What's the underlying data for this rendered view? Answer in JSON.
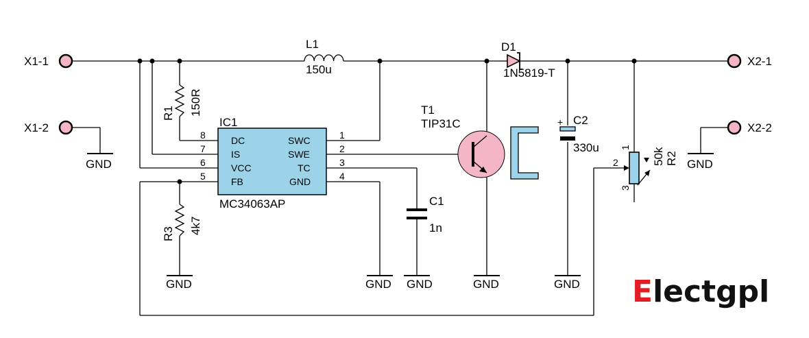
{
  "connectors": {
    "x1_1": "X1-1",
    "x1_2": "X1-2",
    "x2_1": "X2-1",
    "x2_2": "X2-2"
  },
  "inductor": {
    "ref": "L1",
    "value": "150u"
  },
  "diode": {
    "ref": "D1",
    "value": "1N5819-T"
  },
  "resistor_r1": {
    "ref": "R1",
    "value": "150R"
  },
  "resistor_r3": {
    "ref": "R3",
    "value": "4k7"
  },
  "potentiometer": {
    "ref": "R2",
    "value": "50k",
    "pins": [
      "1",
      "2",
      "3"
    ]
  },
  "capacitor_c1": {
    "ref": "C1",
    "value": "1n"
  },
  "capacitor_c2": {
    "ref": "C2",
    "value": "330u",
    "polarity": "+"
  },
  "transistor": {
    "ref": "T1",
    "value": "TIP31C"
  },
  "ic": {
    "ref": "IC1",
    "part": "MC34063AP",
    "left_pins": [
      {
        "num": "8",
        "name": "DC"
      },
      {
        "num": "7",
        "name": "IS"
      },
      {
        "num": "6",
        "name": "VCC"
      },
      {
        "num": "5",
        "name": "FB"
      }
    ],
    "right_pins": [
      {
        "num": "1",
        "name": "SWC"
      },
      {
        "num": "2",
        "name": "SWE"
      },
      {
        "num": "3",
        "name": "TC"
      },
      {
        "num": "4",
        "name": "GND"
      }
    ]
  },
  "gnd_label": "GND",
  "brand": {
    "first_letter": "E",
    "rest": "lectgpl"
  },
  "colors": {
    "wire": "#000000",
    "terminal_fill": "#f4b6c6",
    "ic_fill": "#9dd3e8",
    "transistor_fill": "#f4b6c6",
    "heatsink_fill": "#9dd3e8",
    "diode_fill": "#f4b6c6",
    "brand_accent": "#e21d25",
    "brand_text": "#111111"
  }
}
